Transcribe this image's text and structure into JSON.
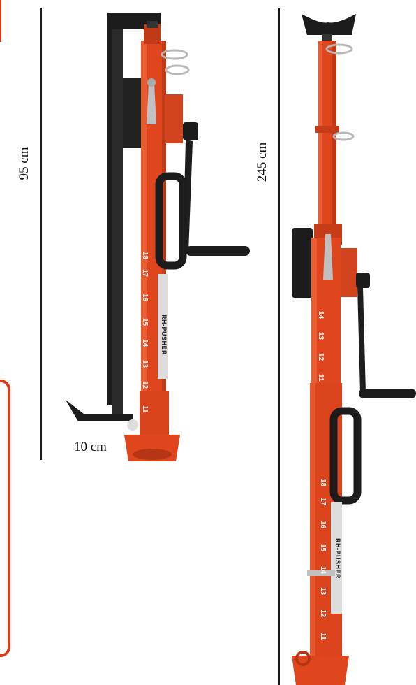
{
  "dimensions": {
    "retracted_height": "95 cm",
    "extended_height": "245 cm",
    "foot_height": "10 cm"
  },
  "product": {
    "brand_label": "RH-PUSHER",
    "scale_numbers": [
      "18",
      "17",
      "16",
      "15",
      "14",
      "13",
      "12",
      "11"
    ],
    "upper_scale_numbers": [
      "14",
      "13",
      "12",
      "11"
    ]
  },
  "colors": {
    "body_orange": "#e0461e",
    "frame_black": "#1c1c1c",
    "frame_red_outline": "#d83a1a"
  }
}
